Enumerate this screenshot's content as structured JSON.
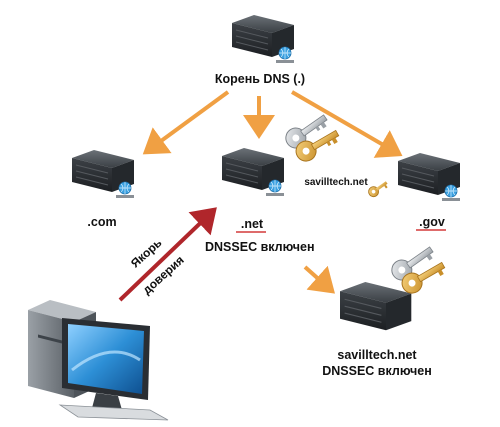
{
  "nodes": {
    "root": {
      "label": "Корень DNS (.)"
    },
    "com": {
      "label": ".com"
    },
    "net": {
      "label": ".net",
      "status": "DNSSEC включен"
    },
    "gov": {
      "label": ".gov"
    },
    "savilltech": {
      "label": "savilltech.net",
      "status": "DNSSEC включен"
    }
  },
  "key_label": "savilltech.net",
  "trust_anchor": {
    "line1": "Якорь",
    "line2": "доверия"
  },
  "colors": {
    "orange_arrow": "#f0a043",
    "red_arrow": "#b0262b",
    "underline_red": "#d43a3a",
    "server_dark": "#2b2f33",
    "key_gold": "#e7b24a",
    "key_silver": "#c8ccd0",
    "monitor_blue": "#2d8fd6"
  },
  "icons": [
    "server-icon",
    "key-icon",
    "computer-icon",
    "network-globe-icon"
  ]
}
